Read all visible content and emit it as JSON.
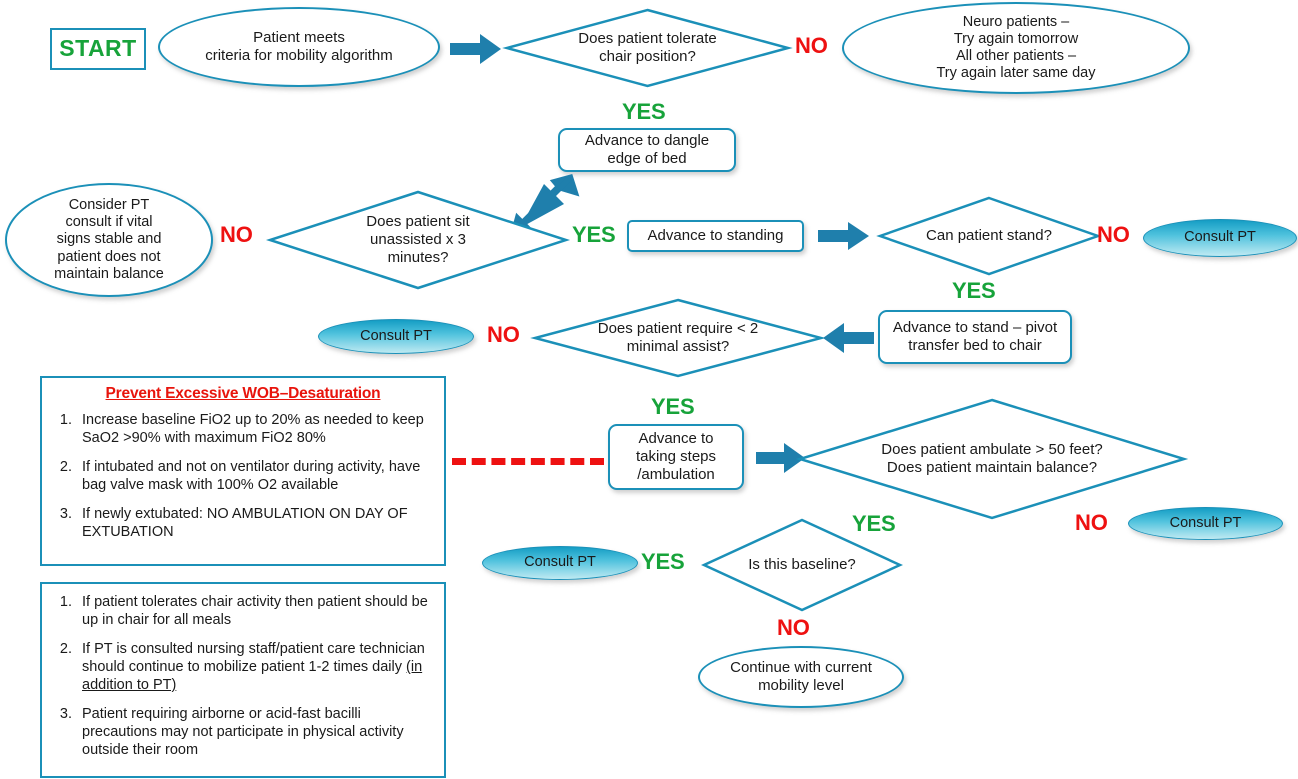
{
  "title": "Patient Mobility Algorithm Flowchart",
  "colors": {
    "outline_teal": "#1b90b8",
    "yes_green": "#17a33a",
    "no_red": "#ee1111",
    "arrow_blue": "#1f7fac",
    "wob_title_red": "#e8140c",
    "pill_gradient_top": "#149dc4",
    "pill_gradient_bottom": "#bfeaf2"
  },
  "nodes": {
    "start": {
      "label": "START"
    },
    "criteria": {
      "line1": "Patient meets",
      "line2": "criteria for mobility algorithm"
    },
    "q_chair": {
      "line1": "Does patient tolerate",
      "line2": "chair position?"
    },
    "retry": {
      "line1": "Neuro patients –",
      "line2": "Try again tomorrow",
      "line3": "All other patients –",
      "line4": "Try again later same day"
    },
    "dangle": {
      "line1": "Advance to dangle",
      "line2": "edge of bed"
    },
    "consider_pt": {
      "line1": "Consider PT",
      "line2": "consult if vital",
      "line3": "signs stable and",
      "line4": "patient does not",
      "line5": "maintain balance"
    },
    "q_sit": {
      "line1": "Does patient sit",
      "line2": "unassisted x 3",
      "line3": "minutes?"
    },
    "standing": {
      "label": "Advance to standing"
    },
    "q_stand": {
      "label": "Can patient stand?"
    },
    "consult_pt_1": {
      "label": "Consult PT"
    },
    "pivot": {
      "line1": "Advance to stand – pivot",
      "line2": "transfer bed to chair"
    },
    "q_assist": {
      "line1": "Does patient require < 2",
      "line2": "minimal assist?"
    },
    "consult_pt_2": {
      "label": "Consult PT"
    },
    "steps": {
      "line1": "Advance to",
      "line2": "taking steps",
      "line3": "/ambulation"
    },
    "q_ambulate": {
      "line1": "Does patient ambulate > 50 feet?",
      "line2": "Does patient maintain balance?"
    },
    "consult_pt_3": {
      "label": "Consult PT"
    },
    "q_baseline": {
      "label": "Is this baseline?"
    },
    "consult_pt_4": {
      "label": "Consult PT"
    },
    "continue": {
      "line1": "Continue with current",
      "line2": "mobility level"
    }
  },
  "branch_labels": {
    "chair_no": "NO",
    "chair_yes": "YES",
    "sit_no": "NO",
    "sit_yes": "YES",
    "stand_no": "NO",
    "stand_yes": "YES",
    "assist_no": "NO",
    "assist_yes": "YES",
    "ambulate_no": "NO",
    "ambulate_yes": "YES",
    "baseline_yes": "YES",
    "baseline_no": "NO"
  },
  "wob_box": {
    "title": "Prevent Excessive WOB–Desaturation",
    "items": [
      "Increase baseline FiO2 up to 20% as needed to keep SaO2 >90% with maximum FiO2 80%",
      "If intubated and not on ventilator during activity, have bag valve mask with 100% O2 available",
      "If newly extubated: NO AMBULATION ON DAY OF EXTUBATION"
    ]
  },
  "notes_box": {
    "items": [
      {
        "text": "If patient tolerates chair activity then patient should be up in chair for all meals"
      },
      {
        "pre": "If PT is consulted nursing staff/patient care technician should continue to mobilize patient 1-2 times daily ",
        "underlined": "(in addition to PT)"
      },
      {
        "text": "Patient requiring airborne or acid-fast bacilli precautions may not participate in physical activity outside their room"
      }
    ]
  }
}
